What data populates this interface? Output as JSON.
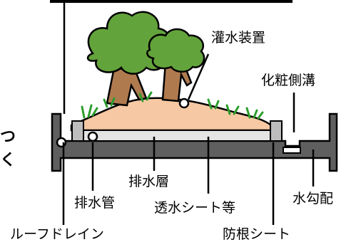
{
  "labels": {
    "irrigation": "灌水装置",
    "side_gutter": "化粧側溝",
    "drain_layer": "排水層",
    "drain_pipe": "排水管",
    "permeable_sheet": "透水シート等",
    "slope": "水勾配",
    "roof_drain": "ルーフドレイン",
    "root_barrier": "防根シート"
  },
  "colors": {
    "soil": "#F6C9A4",
    "slab": "#5F5F5F",
    "gravel": "#E4E4E4",
    "tree_green": "#63A33B",
    "trunk": "#B07A4F",
    "grass": "#2D9E2D"
  }
}
